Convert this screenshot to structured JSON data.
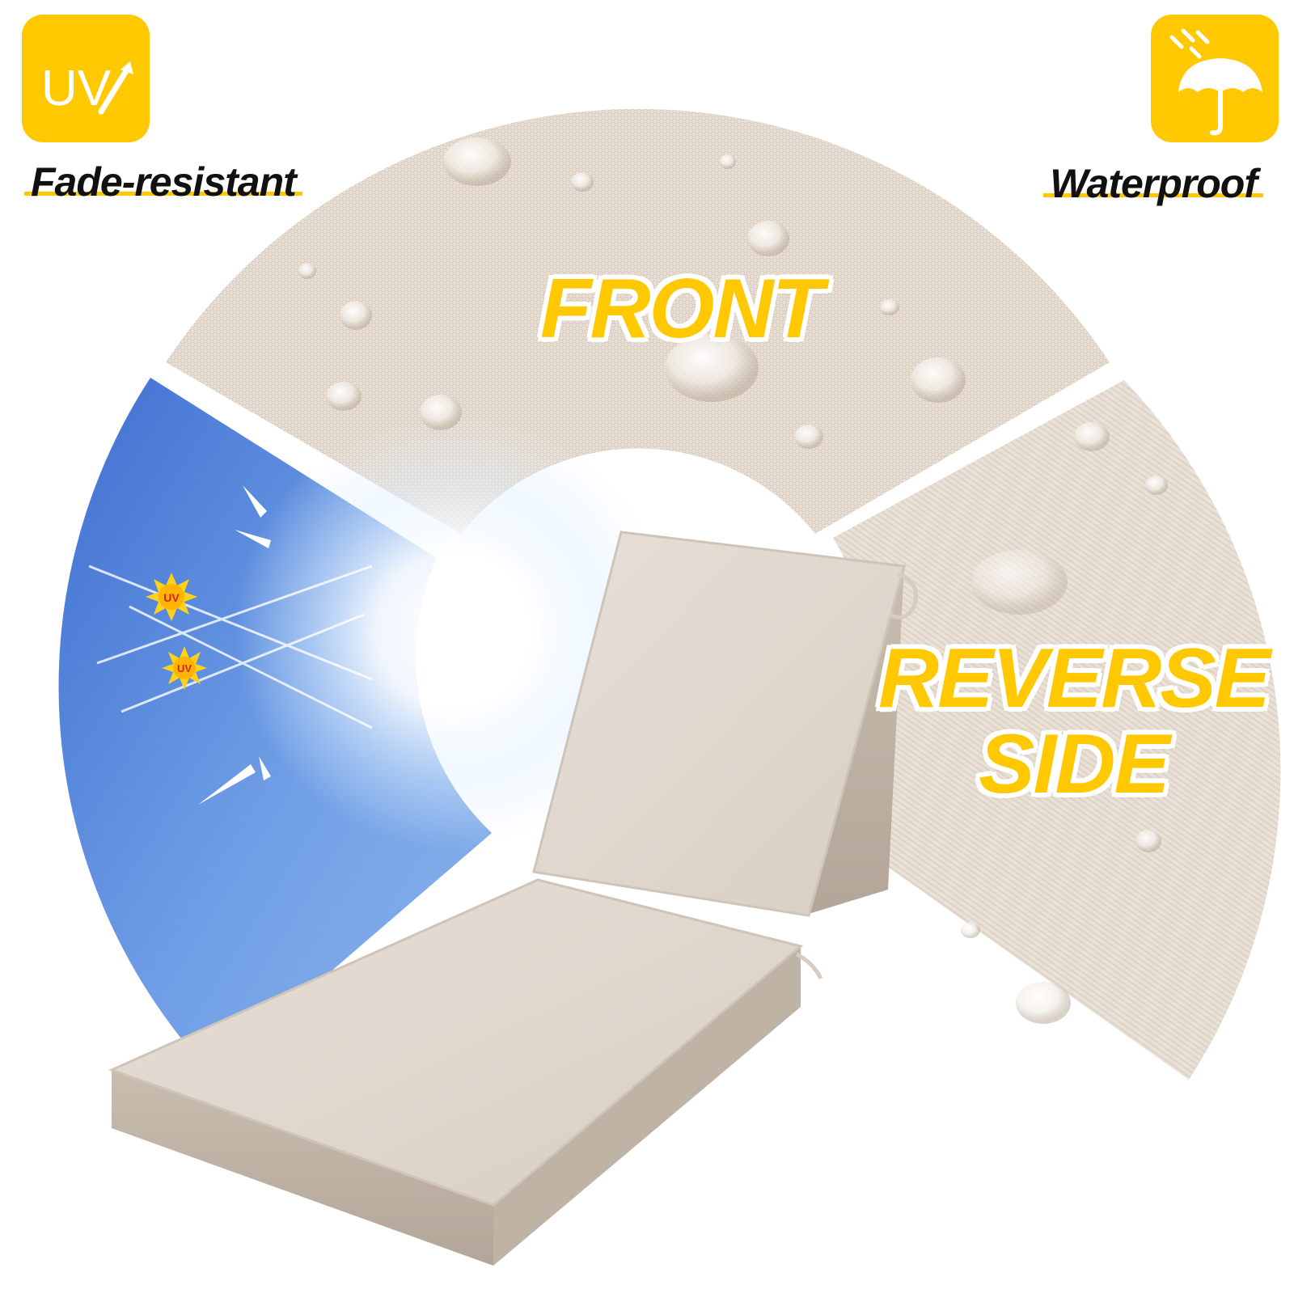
{
  "features": {
    "left": {
      "icon": "uv-arrow-icon",
      "icon_text": "UV",
      "label": "Fade-resistant"
    },
    "right": {
      "icon": "umbrella-rain-icon",
      "label": "Waterproof"
    }
  },
  "sections": {
    "front": "FRONT",
    "reverse_line1": "REVERSE",
    "reverse_line2": "SIDE"
  },
  "uv_badges": [
    "UV",
    "UV"
  ],
  "colors": {
    "accent": "#ffc800",
    "fabric": "#e6dcd2",
    "cushion": "#ddd4ca",
    "sky": "#5a8ee0"
  }
}
